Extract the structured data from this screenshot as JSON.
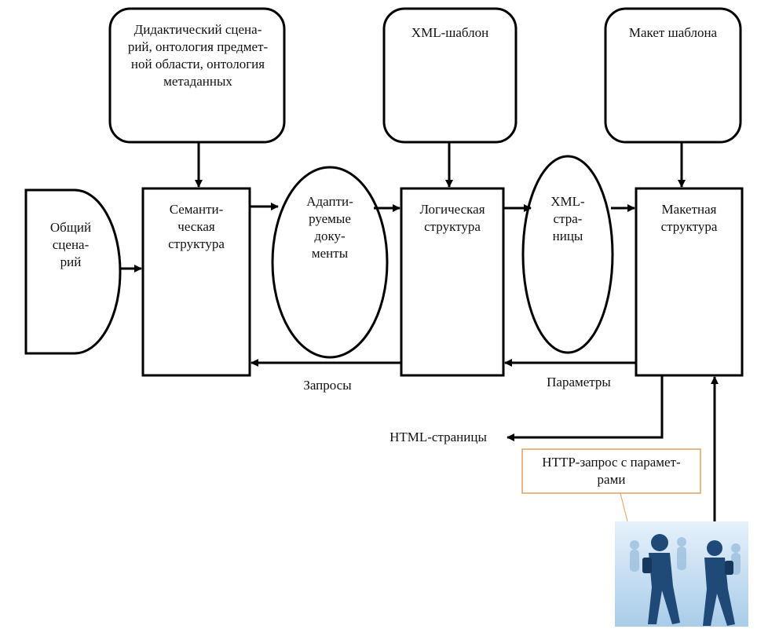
{
  "sources": {
    "didactic": "Дидактический сцена-\nрий, онтология предмет-\nной области, онтология\nметаданных",
    "xml_template": "XML-шаблон",
    "layout_template": "Макет шаблона"
  },
  "nodes": {
    "general_scenario": "Общий\nсцена-\nрий",
    "semantic_structure": "Семанти-\nческая\nструктура",
    "adaptive_documents": "Адапти-\nруемые\nдоку-\nменты",
    "logical_structure": "Логическая\nструктура",
    "xml_pages": "XML-\nстра-\nницы",
    "layout_structure": "Макетная\nструктура"
  },
  "flows": {
    "requests": "Запросы",
    "parameters": "Параметры",
    "html_pages": "HTML-страницы",
    "http_request": "HTTP-запрос с парамет-\nрами"
  },
  "colors": {
    "stroke": "#000000",
    "callout_border": "#e0a060",
    "people_sky": "#c9e0f3",
    "people_figure": "#1f4a78"
  }
}
